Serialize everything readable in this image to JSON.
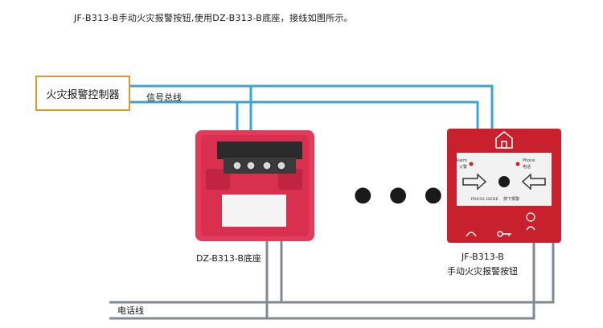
{
  "caption": "JF-B313-B手动火灾报警按钮,使用DZ-B313-B底座，接线如图所示。",
  "controller_label": "火灾报警控制器",
  "signal_bus_label": "信号总线",
  "phone_line_label": "电话线",
  "base": {
    "label": "DZ-B313-B底座"
  },
  "button": {
    "model": "JF-B313-B",
    "name": "手动火灾报警按钮",
    "alarm_en": "Alarm",
    "alarm_cn": "火警",
    "phone_en": "Phone",
    "phone_cn": "电话",
    "press_en": "PRESS HERE",
    "press_cn": "按下报警"
  },
  "ellipsis": "● ● ●",
  "colors": {
    "signal_wire": "#3aa6d8",
    "phone_wire": "#7d8a94",
    "controller_border": "#e8952a",
    "device_red": "#c8202c",
    "base_pink": "#e23c5a"
  }
}
